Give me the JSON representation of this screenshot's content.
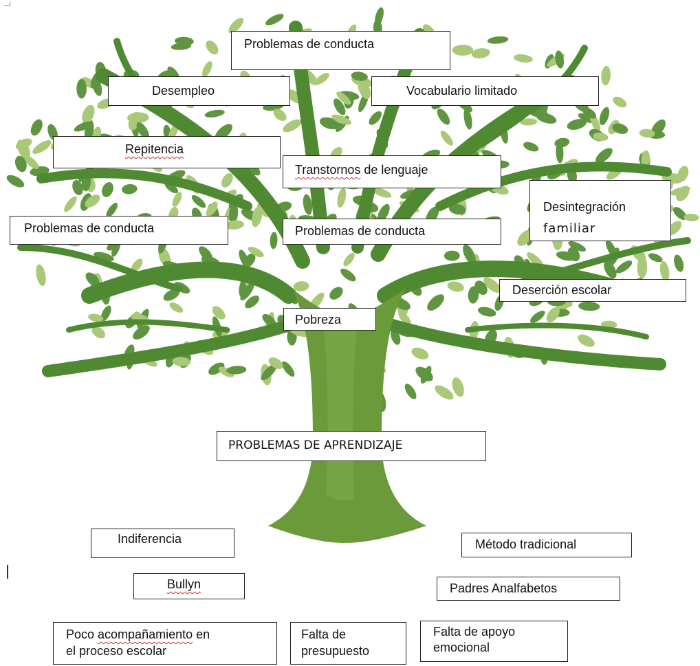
{
  "labels": {
    "problemas_top": "Problemas de conducta",
    "desempleo": "Desempleo",
    "vocabulario": "Vocabulario limitado",
    "repitencia": "Repitencia",
    "transtornos": "Transtornos de lenguaje",
    "problemas_left": "Problemas de conducta",
    "problemas_center": "Problemas de conducta",
    "desintegracion_1": "Desintegración",
    "desintegracion_2": "familiar",
    "desercion": "Deserción escolar",
    "pobreza": "Pobreza",
    "problemas_aprendizaje": "PROBLEMAS DE APRENDIZAJE",
    "indiferencia": "Indiferencia",
    "metodo": "Método tradicional",
    "bullyn": "Bullyn",
    "padres": "Padres Analfabetos",
    "poco_1": "Poco acompañamiento en",
    "poco_2": "el proceso escolar",
    "falta_pres_1": "Falta de",
    "falta_pres_2": "presupuesto",
    "falta_apoyo_1": "Falta de apoyo",
    "falta_apoyo_2": "emocional"
  },
  "colors": {
    "trunk": "#6a9a3a",
    "branch": "#4f8a33",
    "leaf_dark": "#5f9440",
    "leaf_light": "#a9c878",
    "squiggle": "#d03030"
  }
}
